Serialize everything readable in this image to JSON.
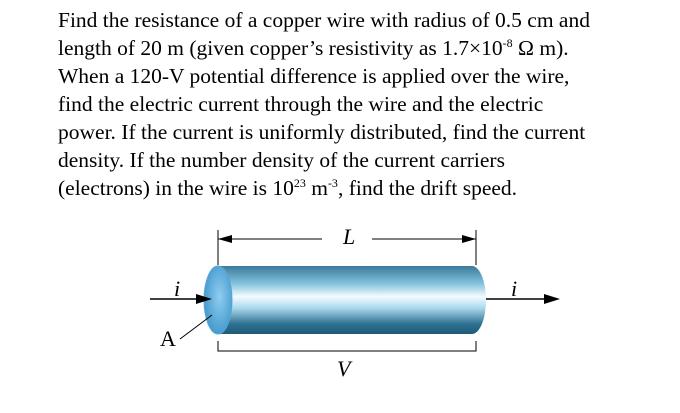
{
  "problem": {
    "line1": "Find the resistance of a copper wire with radius of 0.5 cm and",
    "line2_a": "length of 20 m (given copper’s resistivity as 1.7×10",
    "line2_sup": "-8",
    "line2_b": " Ω m).",
    "line3": "When a 120-V potential difference is applied over the wire,",
    "line4": "find the electric current through the wire and the electric",
    "line5": "power. If the current is uniformly distributed, find the current",
    "line6": "density. If the number density of the current carriers",
    "line7_a": "(electrons) in the wire is 10",
    "line7_sup1": "23",
    "line7_b": " m",
    "line7_sup2": "-3",
    "line7_c": ", find the drift speed."
  },
  "figure": {
    "length_label": "L",
    "current_left_label": "i",
    "current_right_label": "i",
    "area_label": "A",
    "voltage_label": "V"
  }
}
